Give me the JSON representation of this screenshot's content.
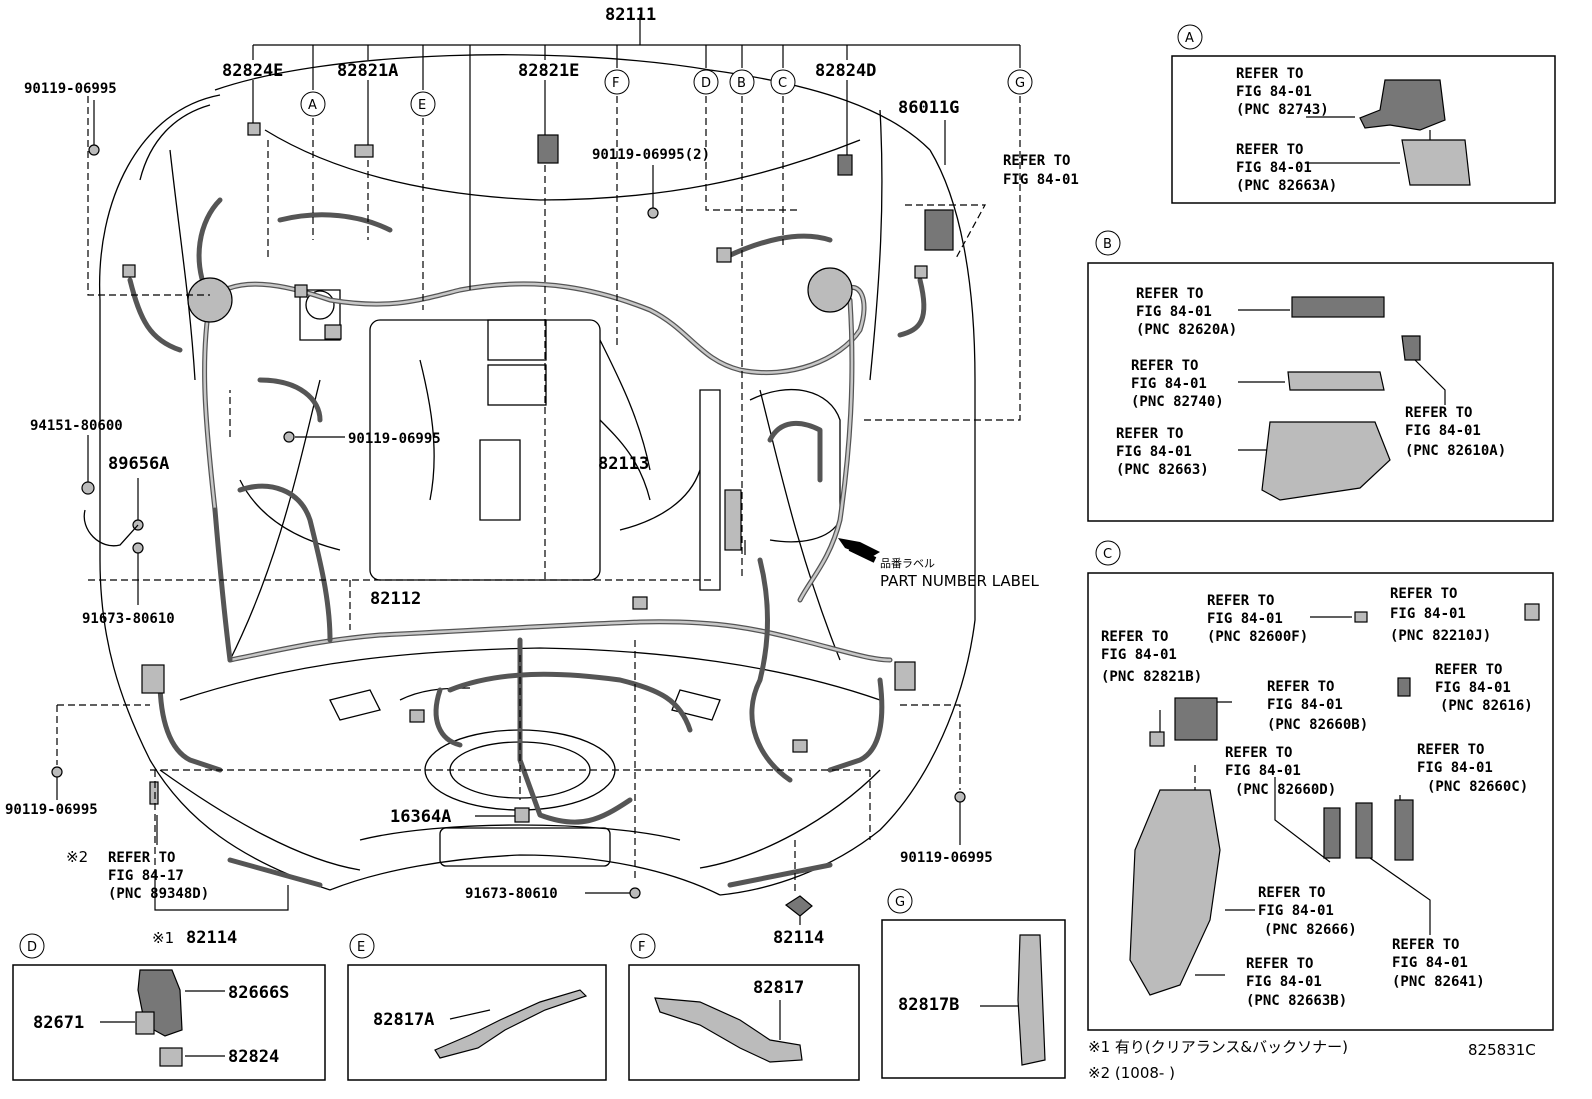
{
  "diagram": {
    "main_labels": {
      "p82111": "82111",
      "p82824E": "82824E",
      "p82821A": "82821A",
      "p82821E": "82821E",
      "p82824D": "82824D",
      "p86011G": "86011G",
      "p90119_tl": "90119-06995",
      "p90119_2": "90119-06995(2)",
      "p90119_mid": "90119-06995",
      "p94151": "94151-80600",
      "p89656A": "89656A",
      "p91673_l": "91673-80610",
      "p82113": "82113",
      "p82112": "82112",
      "p90119_bl": "90119-06995",
      "p90119_br": "90119-06995",
      "p16364A": "16364A",
      "p91673_b": "91673-80610",
      "p82114_l": "82114",
      "p82114_r": "82114",
      "note_mark1": "※1",
      "note_mark2": "※2",
      "refer_tr": [
        "REFER TO",
        "FIG 84-01"
      ],
      "refer_bl": [
        "REFER TO",
        "FIG 84-17",
        "(PNC 89348D)"
      ],
      "part_label_jp": "品番ラベル",
      "part_label_en": "PART NUMBER LABEL"
    },
    "callouts": [
      "A",
      "B",
      "C",
      "D",
      "E",
      "F",
      "G"
    ],
    "box_A": [
      [
        "REFER TO",
        "FIG 84-01",
        "(PNC 82743)"
      ],
      [
        "REFER TO",
        "FIG 84-01",
        "(PNC 82663A)"
      ]
    ],
    "box_B": [
      [
        "REFER TO",
        "FIG 84-01",
        "(PNC 82620A)"
      ],
      [
        "REFER TO",
        "FIG 84-01",
        "(PNC 82740)"
      ],
      [
        "REFER TO",
        "FIG 84-01",
        "(PNC 82663)"
      ],
      [
        "REFER TO",
        "FIG 84-01",
        "(PNC 82610A)"
      ]
    ],
    "box_C": [
      [
        "REFER TO",
        "FIG 84-01",
        "(PNC 82600F)"
      ],
      [
        "REFER TO",
        "FIG 84-01",
        "(PNC 82210J)"
      ],
      [
        "REFER TO",
        "FIG 84-01",
        "(PNC 82821B)"
      ],
      [
        "REFER TO",
        "FIG 84-01",
        "(PNC 82660B)"
      ],
      [
        "REFER TO",
        "FIG 84-01",
        "(PNC 82616)"
      ],
      [
        "REFER TO",
        "FIG 84-01",
        "(PNC 82660D)"
      ],
      [
        "REFER TO",
        "FIG 84-01",
        "(PNC 82660C)"
      ],
      [
        "REFER TO",
        "FIG 84-01",
        "(PNC 82666)"
      ],
      [
        "REFER TO",
        "FIG 84-01",
        "(PNC 82641)"
      ],
      [
        "REFER TO",
        "FIG 84-01",
        "(PNC 82663B)"
      ]
    ],
    "box_D": {
      "p1": "82666S",
      "p2": "82671",
      "p3": "82824"
    },
    "box_E": {
      "p1": "82817A"
    },
    "box_F": {
      "p1": "82817"
    },
    "box_G": {
      "p1": "82817B"
    },
    "footnotes": {
      "n1": "※1 有り(クリアランス&バックソナー)",
      "n2": "※2 (1008-        )",
      "code": "825831C"
    }
  }
}
